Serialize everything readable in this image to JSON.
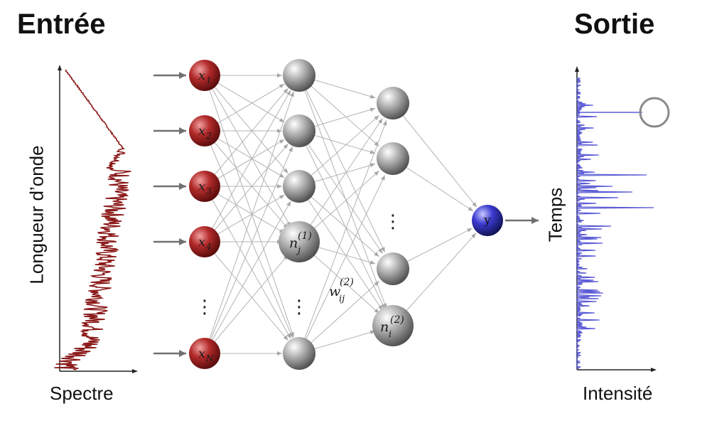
{
  "titles": {
    "input": "Entrée",
    "output": "Sortie"
  },
  "input_plot": {
    "y_label": "Longueur d’onde",
    "x_label": "Spectre",
    "line_color": "#8b1a1a"
  },
  "output_plot": {
    "y_label": "Temps",
    "x_label": "Intensité",
    "line_color": "#5b5bd6"
  },
  "network": {
    "input_nodes": [
      "x1",
      "x2",
      "x3",
      "x4",
      "xN"
    ],
    "input_color": "#b22a2a",
    "hidden1_labels": [
      "",
      "",
      "",
      "n_j^(1)",
      ""
    ],
    "hidden2_labels": [
      "",
      "",
      "",
      "n_i^(2)"
    ],
    "hidden_color": "#9a9a9a",
    "weight_label": "w_ij^(2)",
    "output_node": "y",
    "output_color": "#3a3ad0",
    "ellipsis": "⋮"
  }
}
